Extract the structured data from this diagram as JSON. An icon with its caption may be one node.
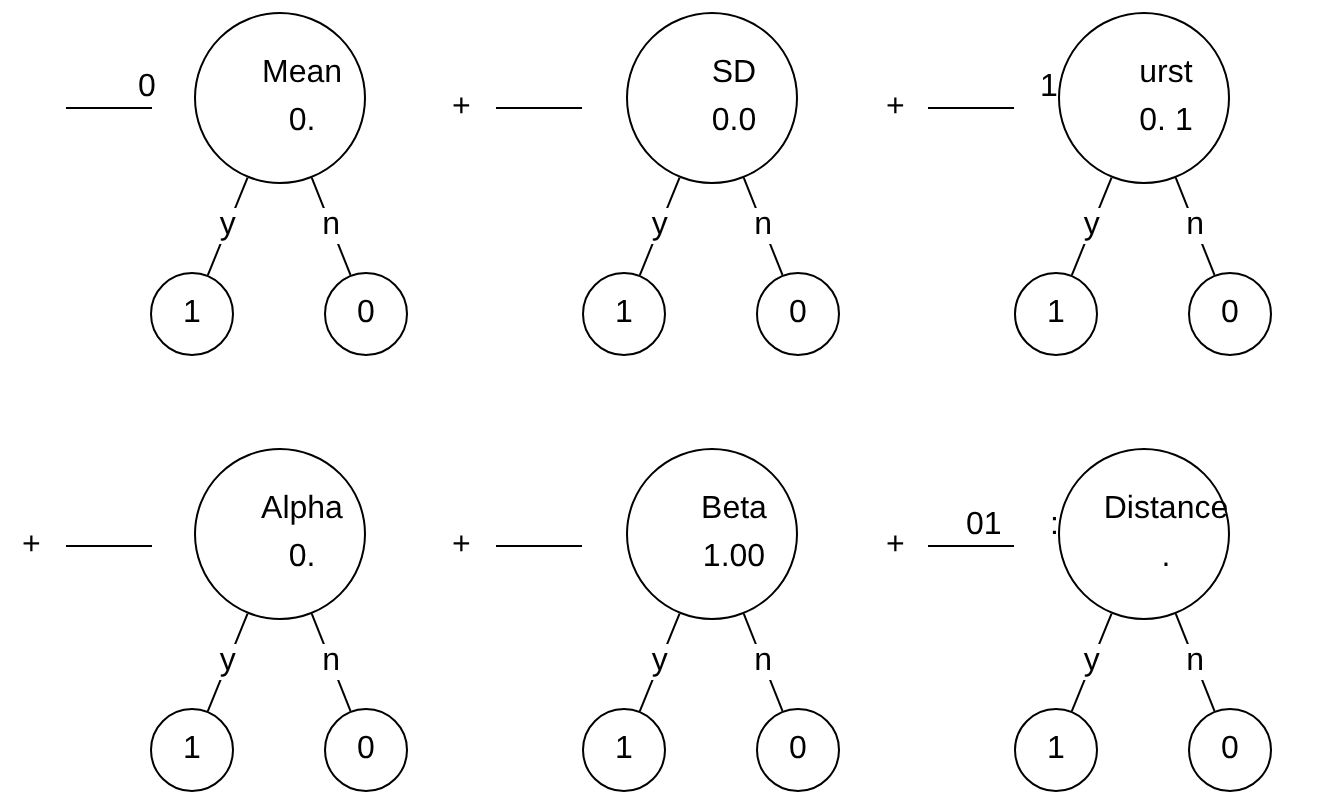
{
  "diagram": {
    "nodes": [
      {
        "text": [
          "Mean",
          "0."
        ]
      },
      {
        "text": [
          "1"
        ]
      },
      {
        "text": [
          "0"
        ]
      },
      {
        "text": [
          "SD",
          "0.0"
        ]
      },
      {
        "text": [
          "1"
        ]
      },
      {
        "text": [
          "0"
        ]
      },
      {
        "text": [
          "urst",
          "0. 1"
        ]
      },
      {
        "text": [
          "1"
        ]
      },
      {
        "text": [
          "0"
        ]
      },
      {
        "text": [
          "Alpha",
          "0."
        ]
      },
      {
        "text": [
          "1"
        ]
      },
      {
        "text": [
          "0"
        ]
      },
      {
        "text": [
          "Beta",
          "1.00"
        ]
      },
      {
        "text": [
          "1"
        ]
      },
      {
        "text": [
          "0"
        ]
      },
      {
        "text": [
          "Distance",
          "."
        ]
      },
      {
        "text": [
          "1"
        ]
      },
      {
        "text": [
          "0"
        ]
      }
    ],
    "edges": [
      {
        "from": 0,
        "to": 1,
        "arrow": "none",
        "label": "y"
      },
      {
        "from": 0,
        "to": 2,
        "arrow": "none",
        "label": "n"
      },
      {
        "from": 3,
        "to": 4,
        "arrow": "none",
        "label": "y"
      },
      {
        "from": 3,
        "to": 5,
        "arrow": "none",
        "label": "n"
      },
      {
        "from": 6,
        "to": 7,
        "arrow": "none",
        "label": "y"
      },
      {
        "from": 6,
        "to": 8,
        "arrow": "none",
        "label": "n"
      },
      {
        "from": 9,
        "to": 10,
        "arrow": "none",
        "label": "y"
      },
      {
        "from": 9,
        "to": 11,
        "arrow": "none",
        "label": "n"
      },
      {
        "from": 12,
        "to": 13,
        "arrow": "none",
        "label": "y"
      },
      {
        "from": 12,
        "to": 14,
        "arrow": "none",
        "label": "n"
      },
      {
        "from": 15,
        "to": 16,
        "arrow": "none",
        "label": "y"
      },
      {
        "from": 15,
        "to": 17,
        "arrow": "none",
        "label": "n"
      }
    ],
    "labels": [
      "0",
      "+",
      "+",
      "1",
      "+",
      "+",
      "+",
      "01",
      ":"
    ]
  }
}
